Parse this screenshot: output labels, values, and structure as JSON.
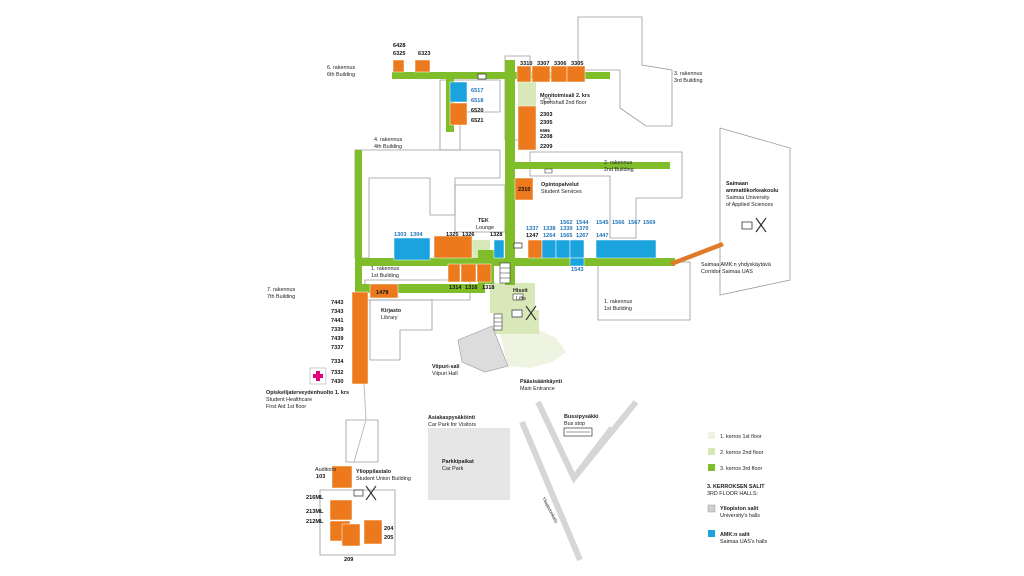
{
  "buildings": {
    "b6": {
      "fi": "6. rakennus",
      "en": "6th Building"
    },
    "b3": {
      "fi": "3. rakennus",
      "en": "3rd Building"
    },
    "b4": {
      "fi": "4. rakennus",
      "en": "4th Building"
    },
    "b2": {
      "fi": "2. rakennus",
      "en": "2nd Building"
    },
    "b1left": {
      "fi": "1. rakennus",
      "en": "1st Building"
    },
    "b1right": {
      "fi": "1. rakennus",
      "en": "1st Building"
    },
    "b7": {
      "fi": "7. rakennus",
      "en": "7th Building"
    }
  },
  "saimaa": {
    "line1": "Saimaan",
    "line2": "ammattikorkeakoulu",
    "line3": "Saimaa University",
    "line4": "of Applied Sciences"
  },
  "corridor": {
    "fi": "Saimaa AMK:n yhdyskäytävä",
    "en": "Corridor Saimaa UAS"
  },
  "places": {
    "sportshall": {
      "fi": "Monitoimisali 2. krs",
      "en": "Sportshall 2nd floor"
    },
    "services": {
      "fi": "Opintopalvelut",
      "en": "Student Services"
    },
    "tek": {
      "fi": "TEK",
      "en": "Lounge"
    },
    "lifts": {
      "fi": "Hissit",
      "en": "Lifts"
    },
    "library": {
      "fi": "Kirjasto",
      "en": "Library"
    },
    "viipuri": {
      "fi": "Viipuri-sali",
      "en": "Viipuri Hall"
    },
    "entrance": {
      "fi": "Pääsisäänkäynti",
      "en": "Main Entrance"
    },
    "health": {
      "fi": "Opiskelijaterveydenhuolto 1. krs",
      "en1": "Student Healthcare",
      "en2": "First Aid 1st floor"
    },
    "visitorpark": {
      "fi": "Asiakaspysäköinti",
      "en": "Car Park for Visitors"
    },
    "carpark": {
      "fi": "Parkkipaikat",
      "en": "Car Park"
    },
    "busstop": {
      "fi": "Bussipysäkki",
      "en": "Bus stop"
    },
    "auditorio": {
      "fi": "Auditorio",
      "num": "103"
    },
    "studentunion": {
      "fi": "Ylioppilastalo",
      "en": "Student Union Building"
    },
    "street": "Yliopistonkatu"
  },
  "rooms": {
    "r6428": "6428",
    "r6325": "6325",
    "r6323": "6323",
    "r6517": "6517",
    "r6518": "6518",
    "r6520": "6520",
    "r6521": "6521",
    "r3310": "3310",
    "r3307": "3307",
    "r3306": "3306",
    "r3305": "3305",
    "r2303": "2303",
    "r2305": "2305",
    "r6566": "6566",
    "r2208": "2208",
    "r2209": "2209",
    "r2310": "2310",
    "r1303": "1303",
    "r1304": "1304",
    "r1325": "1325",
    "r1326": "1326",
    "r1328": "1328",
    "r1337": "1337",
    "r1247": "1247",
    "r1338": "1338",
    "r1264": "1264",
    "r1562": "1562",
    "r1339": "1339",
    "r1565": "1565",
    "r1544": "1544",
    "r1370": "1370",
    "r1267": "1267",
    "r1545": "1545",
    "r1447": "1447",
    "r1566": "1566",
    "r1567": "1567",
    "r1569": "1569",
    "r1543": "1543",
    "r1314": "1314",
    "r1316": "1316",
    "r1318": "1318",
    "r1478": "1478",
    "r7443": "7443",
    "r7343": "7343",
    "r7441": "7441",
    "r7339": "7339",
    "r7439": "7439",
    "r7337": "7337",
    "r7334": "7334",
    "r7332": "7332",
    "r7430": "7430",
    "r216ML": "216ML",
    "r213ML": "213ML",
    "r212ML": "212ML",
    "r204": "204",
    "r205": "205",
    "r209": "209"
  },
  "legend": {
    "floor1": "1. kerros  1st floor",
    "floor2": "2. kerros  2nd floor",
    "floor3": "3. kerros  3rd floor",
    "halls_title_fi": "3. KERROKSEN SALIT",
    "halls_title_en": "3RD FLOOR HALLS:",
    "univ_fi": "Yliopiston salit",
    "univ_en": "University's halls",
    "amk_fi": "AMK:n salit",
    "amk_en": "Saimaa UAS's halls"
  },
  "colors": {
    "floor3": "#7fbe2a",
    "floor2": "#d9e8b8",
    "floor1": "#eef3e2",
    "university_hall": "#ec7a1c",
    "uas_hall": "#1aa3dc",
    "health_cross": "#e2007a",
    "corridor_link": "#e07b2a"
  },
  "icons": [
    "cafe-icon",
    "restaurant-icon",
    "first-aid-icon",
    "bus-icon",
    "stairs-icon",
    "lift-icon"
  ]
}
